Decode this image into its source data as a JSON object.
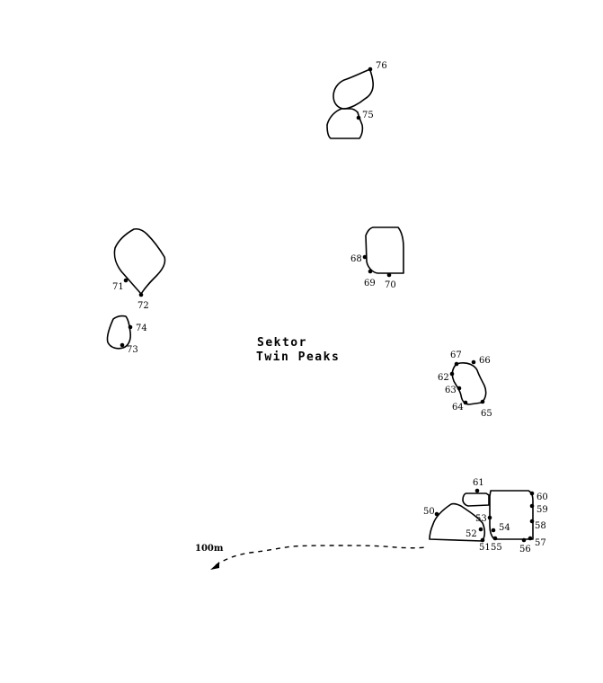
{
  "map": {
    "title_line1": "Sektor",
    "title_line2": "Twin Peaks",
    "scale_label": "100m"
  },
  "points": [
    {
      "id": "50",
      "label": "50"
    },
    {
      "id": "51",
      "label": "51"
    },
    {
      "id": "52",
      "label": "52"
    },
    {
      "id": "53",
      "label": "53"
    },
    {
      "id": "54",
      "label": "54"
    },
    {
      "id": "55",
      "label": "55"
    },
    {
      "id": "56",
      "label": "56"
    },
    {
      "id": "57",
      "label": "57"
    },
    {
      "id": "58",
      "label": "58"
    },
    {
      "id": "59",
      "label": "59"
    },
    {
      "id": "60",
      "label": "60"
    },
    {
      "id": "61",
      "label": "61"
    },
    {
      "id": "62",
      "label": "62"
    },
    {
      "id": "63",
      "label": "63"
    },
    {
      "id": "64",
      "label": "64"
    },
    {
      "id": "65",
      "label": "65"
    },
    {
      "id": "66",
      "label": "66"
    },
    {
      "id": "67",
      "label": "67"
    },
    {
      "id": "68",
      "label": "68"
    },
    {
      "id": "69",
      "label": "69"
    },
    {
      "id": "70",
      "label": "70"
    },
    {
      "id": "71",
      "label": "71"
    },
    {
      "id": "72",
      "label": "72"
    },
    {
      "id": "73",
      "label": "73"
    },
    {
      "id": "74",
      "label": "74"
    },
    {
      "id": "75",
      "label": "75"
    },
    {
      "id": "76",
      "label": "76"
    }
  ],
  "colors": {
    "ink": "#000000",
    "background": "#ffffff"
  }
}
